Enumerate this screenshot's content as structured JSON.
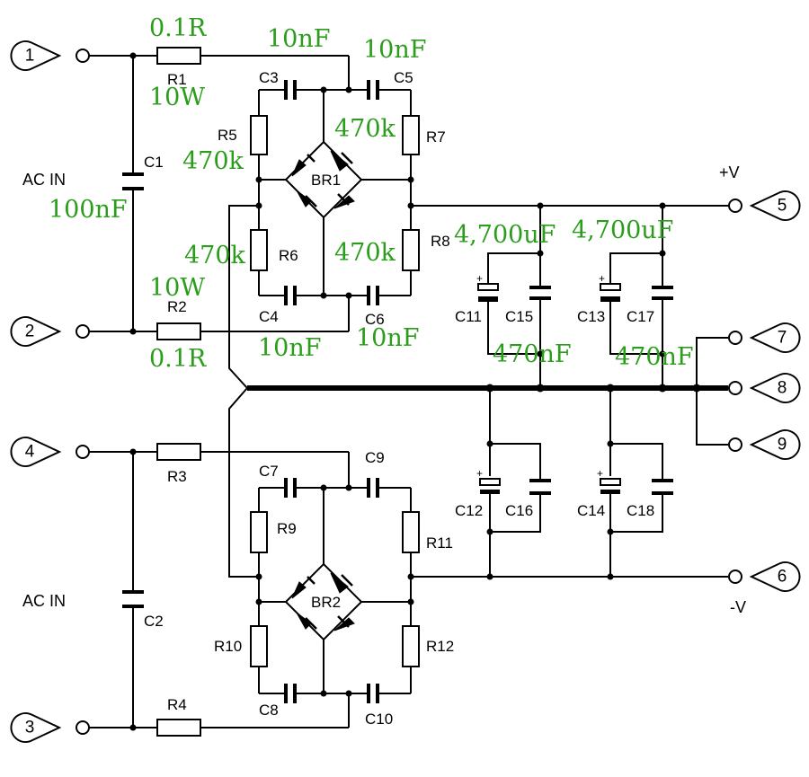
{
  "pins": {
    "p1": "1",
    "p2": "2",
    "p3": "3",
    "p4": "4",
    "p5": "5",
    "p6": "6",
    "p7": "7",
    "p8": "8",
    "p9": "9"
  },
  "section_labels": {
    "ac_in_top": "AC IN",
    "ac_in_bottom": "AC IN",
    "plus_v": "+V",
    "minus_v": "-V"
  },
  "refs": {
    "R1": "R1",
    "R2": "R2",
    "R3": "R3",
    "R4": "R4",
    "R5": "R5",
    "R6": "R6",
    "R7": "R7",
    "R8": "R8",
    "R9": "R9",
    "R10": "R10",
    "R11": "R11",
    "R12": "R12",
    "C1": "C1",
    "C2": "C2",
    "C3": "C3",
    "C4": "C4",
    "C5": "C5",
    "C6": "C6",
    "C7": "C7",
    "C8": "C8",
    "C9": "C9",
    "C10": "C10",
    "C11": "C11",
    "C12": "C12",
    "C13": "C13",
    "C14": "C14",
    "C15": "C15",
    "C16": "C16",
    "C17": "C17",
    "C18": "C18",
    "BR1": "BR1",
    "BR2": "BR2"
  },
  "values": {
    "r1_value": "0.1R",
    "r1_power": "10W",
    "r2_value": "0.1R",
    "r2_power": "10W",
    "c1_value": "100nF",
    "c3_value": "10nF",
    "c5_value": "10nF",
    "c4_value": "10nF",
    "c6_value": "10nF",
    "r5_value": "470k",
    "r6_value": "470k",
    "r7_value": "470k",
    "r8_value": "470k",
    "c11_value": "4,700uF",
    "c13_value": "4,700uF",
    "c15_value": "470nF",
    "c17_value": "470nF"
  },
  "colors": {
    "wire": "#000000",
    "annotation": "#2a9d1a",
    "background": "#ffffff"
  }
}
